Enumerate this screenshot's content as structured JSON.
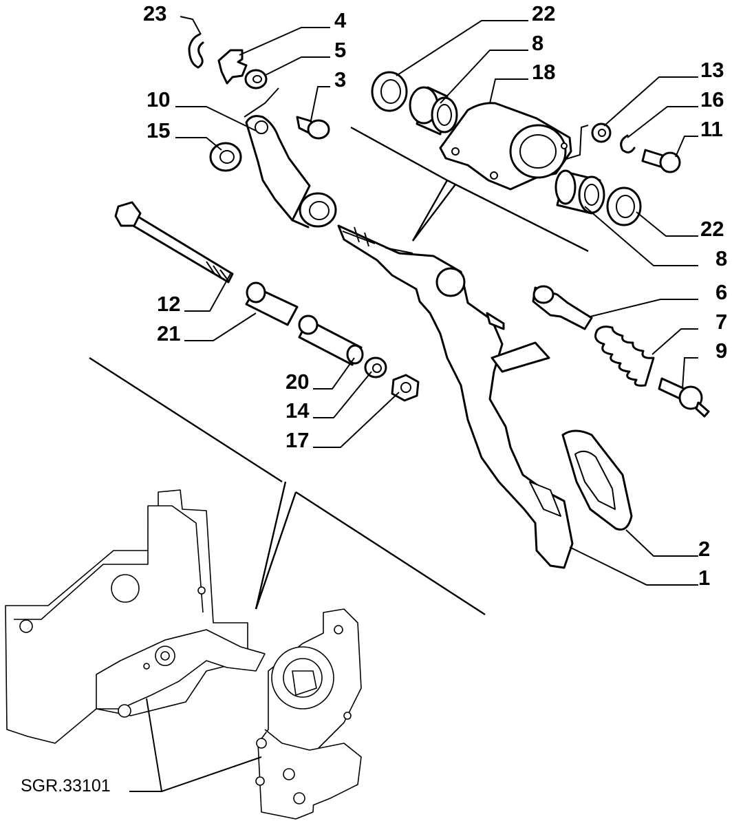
{
  "callouts": {
    "c1": "1",
    "c2": "2",
    "c3": "3",
    "c4": "4",
    "c5": "5",
    "c6": "6",
    "c7": "7",
    "c8a": "8",
    "c8b": "8",
    "c9": "9",
    "c10": "10",
    "c11": "11",
    "c12": "12",
    "c13": "13",
    "c14": "14",
    "c15": "15",
    "c16": "16",
    "c17": "17",
    "c18": "18",
    "c20": "20",
    "c21": "21",
    "c22a": "22",
    "c22b": "22",
    "c23": "23"
  },
  "drawing_code": "SGR.33101"
}
